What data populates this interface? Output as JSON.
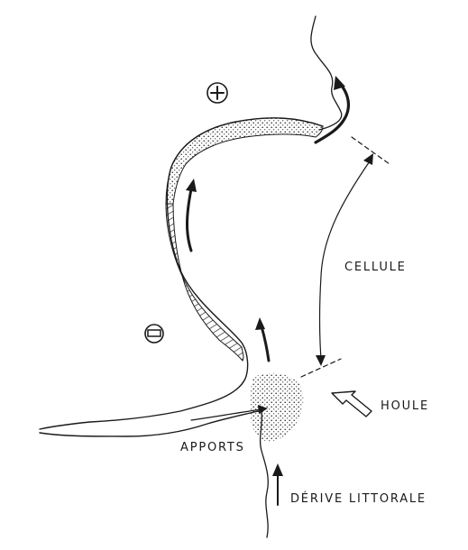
{
  "labels": {
    "cellule": "CELLULE",
    "houle": "HOULE",
    "apports": "APPORTS",
    "derive_littorale": "DÉRIVE LITTORALE"
  },
  "symbols": {
    "plus": "+",
    "minus": "−"
  }
}
